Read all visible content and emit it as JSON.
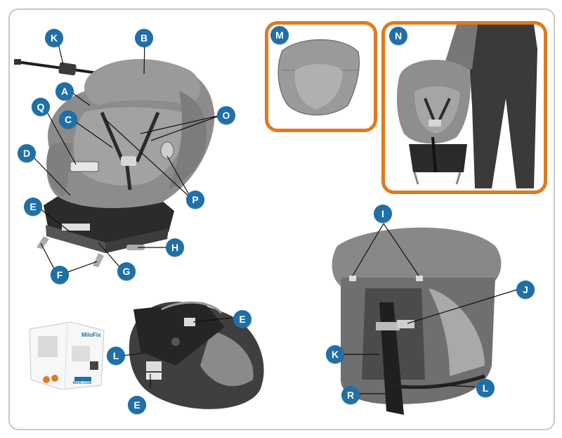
{
  "colors": {
    "callout": "#1f6fa8",
    "frame": "#e07a1f",
    "seat_fabric": "#8c8c8c",
    "plastic_dark": "#2f2f2f"
  },
  "callouts": {
    "a": "A",
    "b": "B",
    "c": "C",
    "d": "D",
    "e": "E",
    "f": "F",
    "g": "G",
    "h": "H",
    "i": "I",
    "j": "J",
    "k": "K",
    "l": "L",
    "m": "M",
    "n": "N",
    "o": "O",
    "p": "P",
    "q": "Q",
    "r": "R"
  },
  "manual": {
    "title": "MiloFix",
    "brand": "MAXI-COSI"
  },
  "icons": {
    "seat": "car-seat-illustration",
    "insert": "infant-insert-illustration",
    "carry": "person-carrying-seat-illustration",
    "base": "seat-underside-illustration",
    "rear": "seat-rear-view-illustration",
    "booklet": "manual-booklet-illustration"
  }
}
